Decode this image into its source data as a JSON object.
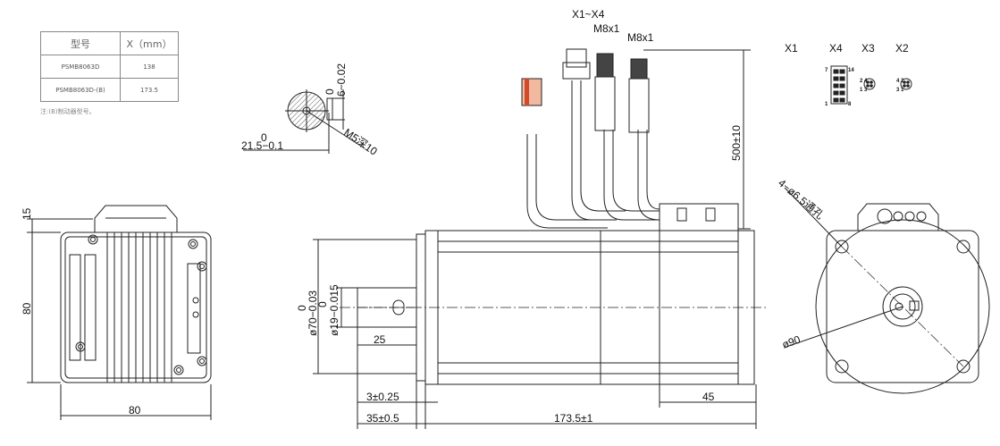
{
  "spec_table": {
    "headers": [
      "型号",
      "X（mm）"
    ],
    "rows": [
      [
        "PSMB8063D",
        "138"
      ],
      [
        "PSMB8063D-(B)",
        "173.5"
      ]
    ],
    "note": "注:(B)制动器型号。"
  },
  "connectors": {
    "range_label": "X1~X4",
    "cable1": "M8x1",
    "cable2": "M8x1",
    "x1": "X1",
    "x4": "X4",
    "x3": "X3",
    "x2": "X2",
    "pin_7": "7",
    "pin_14": "14",
    "pin_1": "1",
    "pin_8": "8",
    "x3_pins_top": "2  4",
    "x3_pins_bot": "1  3",
    "x2_pins_top": "4  2",
    "x2_pins_bot": "3  1"
  },
  "shaft_section": {
    "tol_upper": "0",
    "tol_lower": "6−0.02",
    "dia_upper": "0",
    "dia_lower": "21.5−0.1",
    "thread": "M5深10"
  },
  "end_view": {
    "height_15": "15",
    "height_80": "80",
    "width_80": "80"
  },
  "side_view": {
    "cable_length": "500±10",
    "dia70_upper": "0",
    "dia70_lower": "ø70−0.03",
    "dia19_upper": "0",
    "dia19_lower": "ø19−0.015",
    "shaft_len_25": "25",
    "flange_3": "3±0.25",
    "shaft_35": "35±0.5",
    "total_length": "173.5±1",
    "rear_45": "45"
  },
  "front_view": {
    "holes": "4−ø6.5通孔",
    "pcd": "ø90"
  }
}
